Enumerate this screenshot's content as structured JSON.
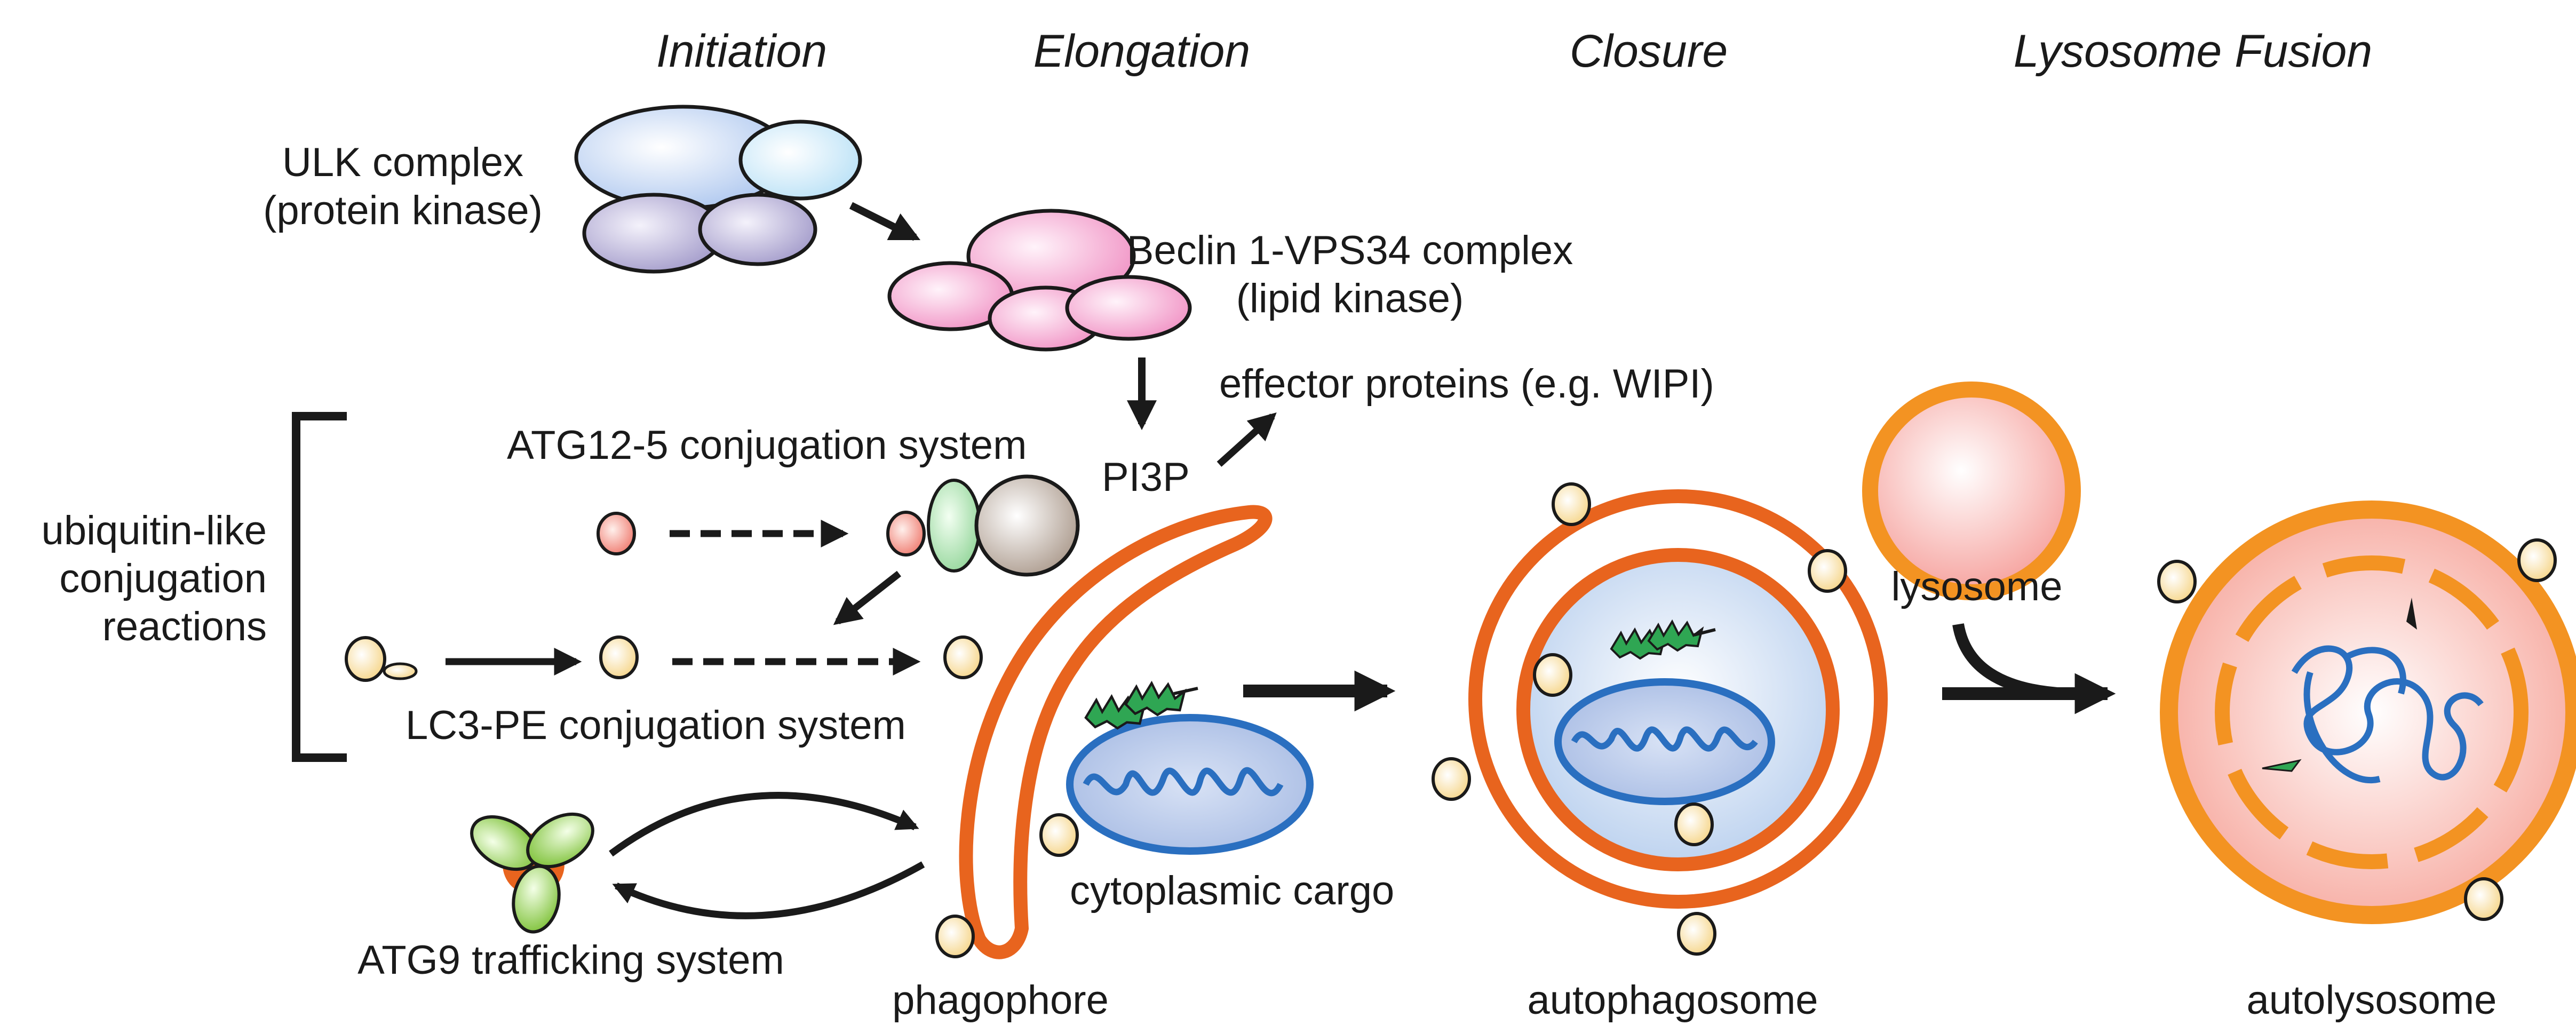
{
  "stages": {
    "initiation": "Initiation",
    "elongation": "Elongation",
    "closure": "Closure",
    "lysosome_fusion": "Lysosome Fusion"
  },
  "ulk_complex": {
    "line1": "ULK complex",
    "line2": "(protein kinase)"
  },
  "beclin_complex": {
    "line1": "Beclin 1-VPS34 complex",
    "line2": "(lipid kinase)"
  },
  "effector_proteins": "effector proteins (e.g. WIPI)",
  "pi3p": "PI3P",
  "atg12_system": "ATG12-5 conjugation system",
  "ubiquitin_label": {
    "line1": "ubiquitin-like",
    "line2": "conjugation",
    "line3": "reactions"
  },
  "lc3_system": "LC3-PE conjugation system",
  "atg9_system": "ATG9 trafficking system",
  "cytoplasmic_cargo": "cytoplasmic cargo",
  "phagophore": "phagophore",
  "autophagosome": "autophagosome",
  "lysosome": "lysosome",
  "autolysosome": "autolysosome",
  "colors": {
    "membrane_orange": "#e8641e",
    "lysosome_orange": "#f39322",
    "mito_blue": "#2a6fc0",
    "cargo_green": "#33aa55",
    "lc3_yellow": "#fbe3a0",
    "atg12_red": "#ef8a80",
    "ulk_blue": "#c7d8f3",
    "ulk_purple": "#b8b0d6",
    "beclin_pink": "#f4a6cf"
  }
}
